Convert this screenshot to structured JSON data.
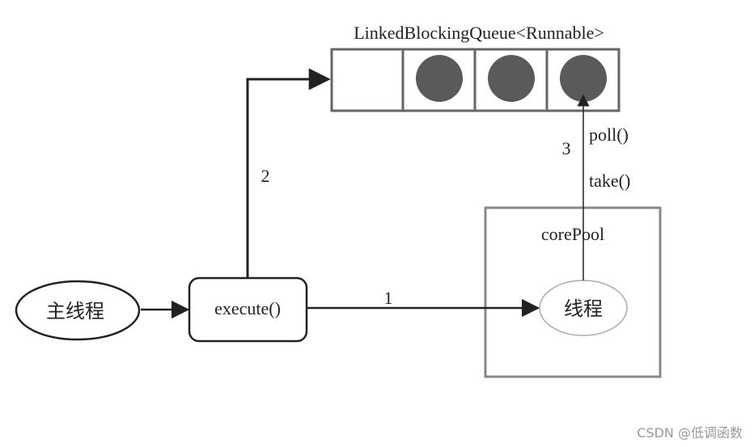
{
  "queue": {
    "title": "LinkedBlockingQueue<Runnable>",
    "slots": [
      {
        "filled": false
      },
      {
        "filled": true
      },
      {
        "filled": true
      },
      {
        "filled": true
      }
    ]
  },
  "nodes": {
    "main_thread": "主线程",
    "execute": "execute()",
    "core_pool": "corePool",
    "thread": "线程"
  },
  "edges": {
    "step1": "1",
    "step2": "2",
    "step3": "3",
    "poll": "poll()",
    "take": "take()"
  },
  "watermark": "CSDN @低调函数",
  "colors": {
    "line": "#222222",
    "ball": "#5a5a5a",
    "box_border": "#666666",
    "pool_border": "#888888",
    "thread_border": "#aaaaaa",
    "watermark": "#999999"
  }
}
